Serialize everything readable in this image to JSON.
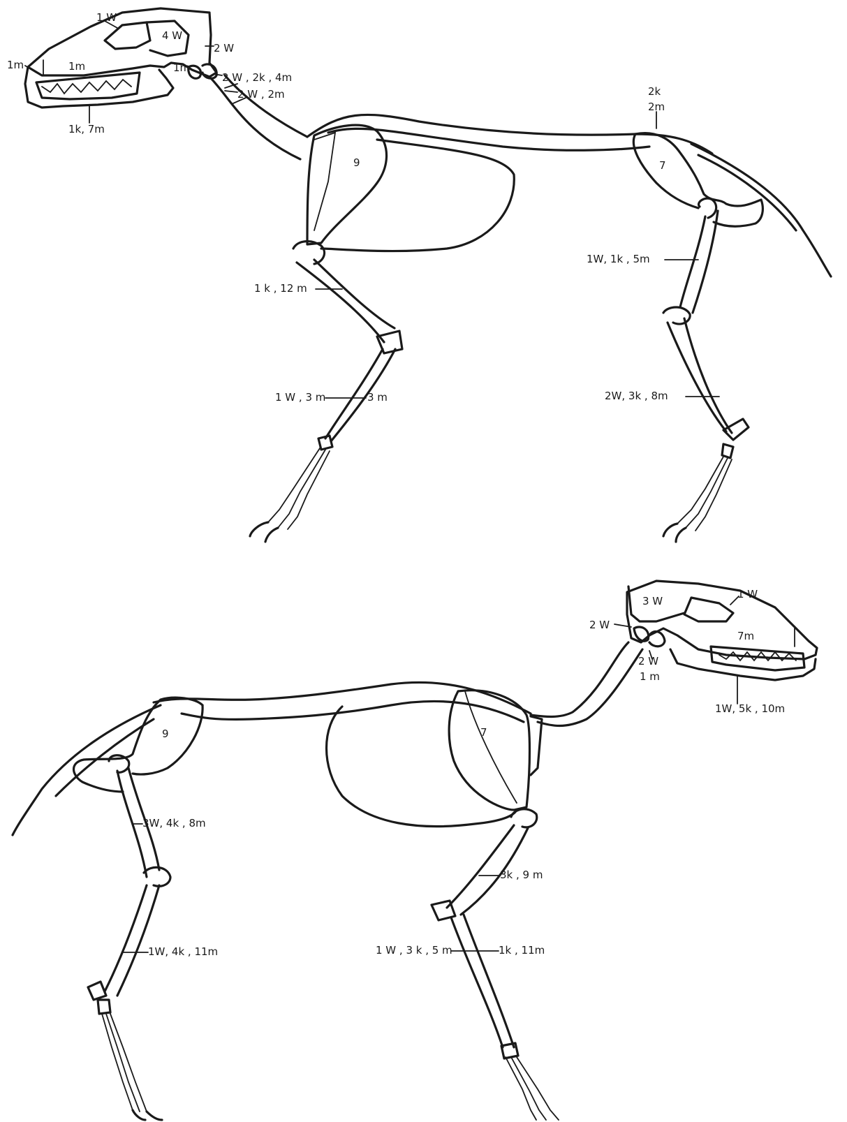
{
  "figure_top": {
    "labels": {
      "skull_1W": "1 W",
      "skull_4W": "4 W",
      "skull_2W": "2 W",
      "snout_1m": "1m",
      "nasal_1m": "1m",
      "jaw_joint_1m": "1m",
      "atlas": "2 W , 2k , 4m",
      "axis": "2 W , 2m",
      "mandible": "1k, 7m",
      "pelvis": "2k\n2m",
      "scapula": "9",
      "pelvis_num": "7",
      "femur": "1W, 1k , 5m",
      "humerus": "1 k , 12 m",
      "radius": "1 W , 3 m",
      "ulna": "3 m",
      "tibia": "2W, 3k , 8m"
    }
  },
  "figure_bottom": {
    "labels": {
      "skull_3W": "3 W",
      "skull_1W": "1 W",
      "occiput": "2 W",
      "snout_7m": "7m",
      "jaw_joint": "2 W",
      "jaw_joint_m": "1 m",
      "mandible": "1W, 5k , 10m",
      "pelvis_num": "9",
      "scapula_num": "7",
      "femur": "3W, 4k , 8m",
      "humerus": "3k , 9 m",
      "tibia": "1W, 4k , 11m",
      "radius": "1 W , 3 k , 5 m",
      "ulna": "1k , 11m"
    }
  }
}
